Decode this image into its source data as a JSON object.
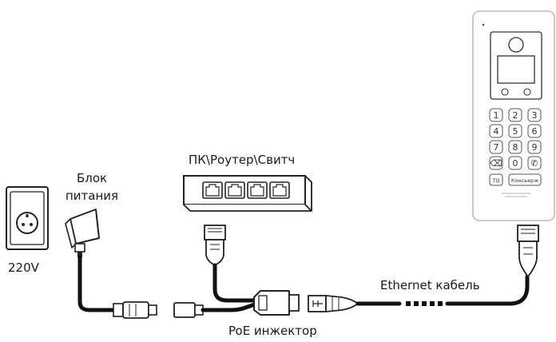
{
  "labels": {
    "power_supply": [
      "Блок",
      "питания"
    ],
    "voltage": "220V",
    "network_device": "ПК\\Роутер\\Свитч",
    "poe_injector": "PoE инжектор",
    "ethernet_cable": "Ethernet кабель"
  },
  "intercom_panel": {
    "keys": [
      "1",
      "2",
      "3",
      "4",
      "5",
      "6",
      "7",
      "8",
      "9",
      "⌫",
      "0",
      "✆"
    ],
    "fn_keys": [
      "TQ",
      "Консьерж"
    ]
  },
  "colors": {
    "stroke": "#222222",
    "cable": "#111111"
  }
}
